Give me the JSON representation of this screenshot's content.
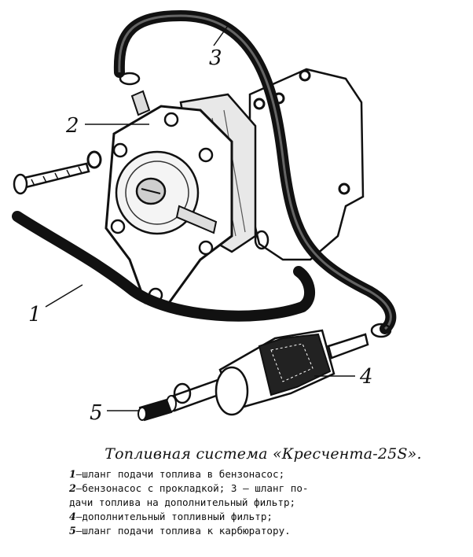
{
  "callouts": [
    {
      "number": "1"
    },
    {
      "number": "2"
    },
    {
      "number": "3"
    },
    {
      "number": "4"
    },
    {
      "number": "5"
    }
  ],
  "caption": {
    "title": "Топливная система «Кресчента-25S».",
    "legend": [
      {
        "number": "1",
        "dash": "—",
        "text": "шланг подачи топлива в бензонасос;"
      },
      {
        "number": "2",
        "dash": "—",
        "text": "бензонасос с прокладкой; 3 — шланг по-"
      },
      {
        "number": "",
        "dash": "",
        "text": "дачи топлива на дополнительный фильтр;"
      },
      {
        "number": "4",
        "dash": "—",
        "text": "дополнительный топливный фильтр;"
      },
      {
        "number": "5",
        "dash": "—",
        "text": "шланг подачи топлива к карбюратору."
      }
    ]
  }
}
